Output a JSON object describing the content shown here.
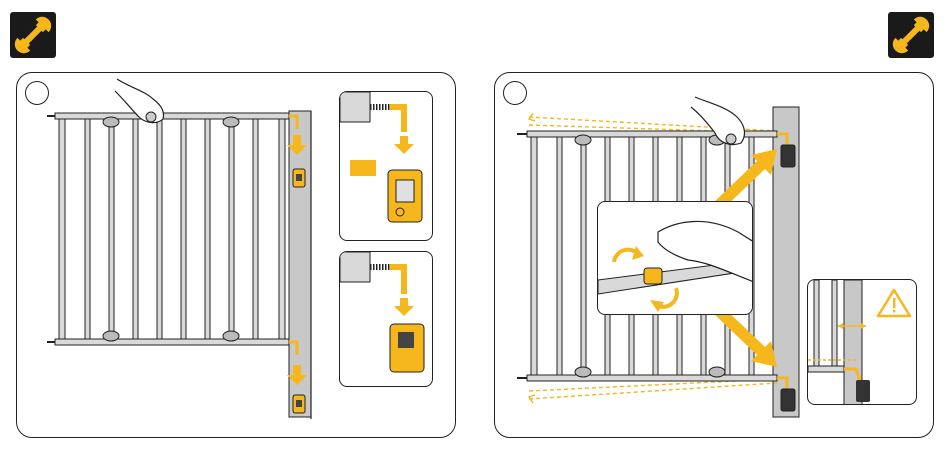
{
  "colors": {
    "accent_yellow": "#f5b71c",
    "badge_black": "#1a1a1a",
    "wall_gray": "#c8c8c8",
    "frame_gray": "#d9d9d9",
    "line": "#222222"
  },
  "icons": {
    "badge": "wrench-icon",
    "warning": "warning-triangle-icon"
  },
  "panels": [
    {
      "id": "left",
      "steps": [],
      "insets": [
        "pin-into-bracket-top",
        "pin-into-bracket-bottom"
      ]
    },
    {
      "id": "right",
      "steps": [],
      "insets": [
        "handwheel-tighten",
        "gap-warning"
      ]
    }
  ]
}
